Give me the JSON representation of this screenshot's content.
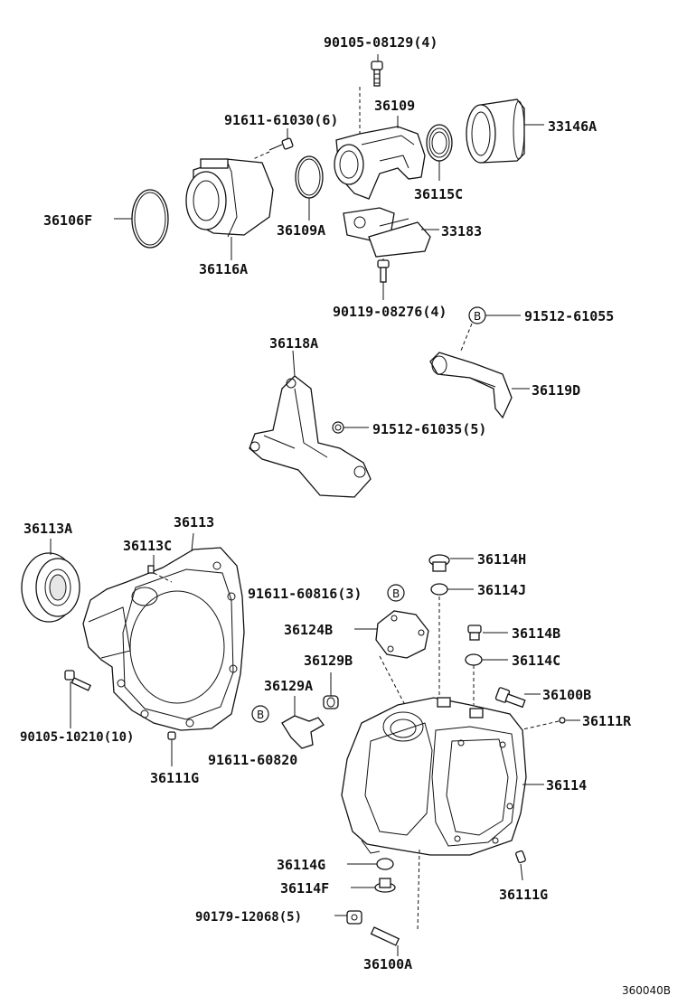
{
  "figure_code": "360040B",
  "ref_marker": "B",
  "labels": {
    "p90105_08129": "90105-08129(4)",
    "p36109": "36109",
    "p33146A": "33146A",
    "p91611_61030": "91611-61030(6)",
    "p36115C": "36115C",
    "p36106F": "36106F",
    "p36109A": "36109A",
    "p33183": "33183",
    "p36116A": "36116A",
    "p90119_08276": "90119-08276(4)",
    "p91512_61055": "91512-61055",
    "p36118A": "36118A",
    "p36119D": "36119D",
    "p91512_61035": "91512-61035(5)",
    "p36113A": "36113A",
    "p36113": "36113",
    "p36113C": "36113C",
    "p36114H": "36114H",
    "p91611_60816": "91611-60816(3)",
    "p36114J": "36114J",
    "p36124B": "36124B",
    "p36114B": "36114B",
    "p36129B": "36129B",
    "p36114C": "36114C",
    "p36129A": "36129A",
    "p36100B": "36100B",
    "p36111R": "36111R",
    "p90105_10210": "90105-10210(10)",
    "p91611_60820": "91611-60820",
    "p36114": "36114",
    "p36111G_left": "36111G",
    "p36114G": "36114G",
    "p36114F": "36114F",
    "p36111G_right": "36111G",
    "p90179_12068": "90179-12068(5)",
    "p36100A": "36100A"
  }
}
